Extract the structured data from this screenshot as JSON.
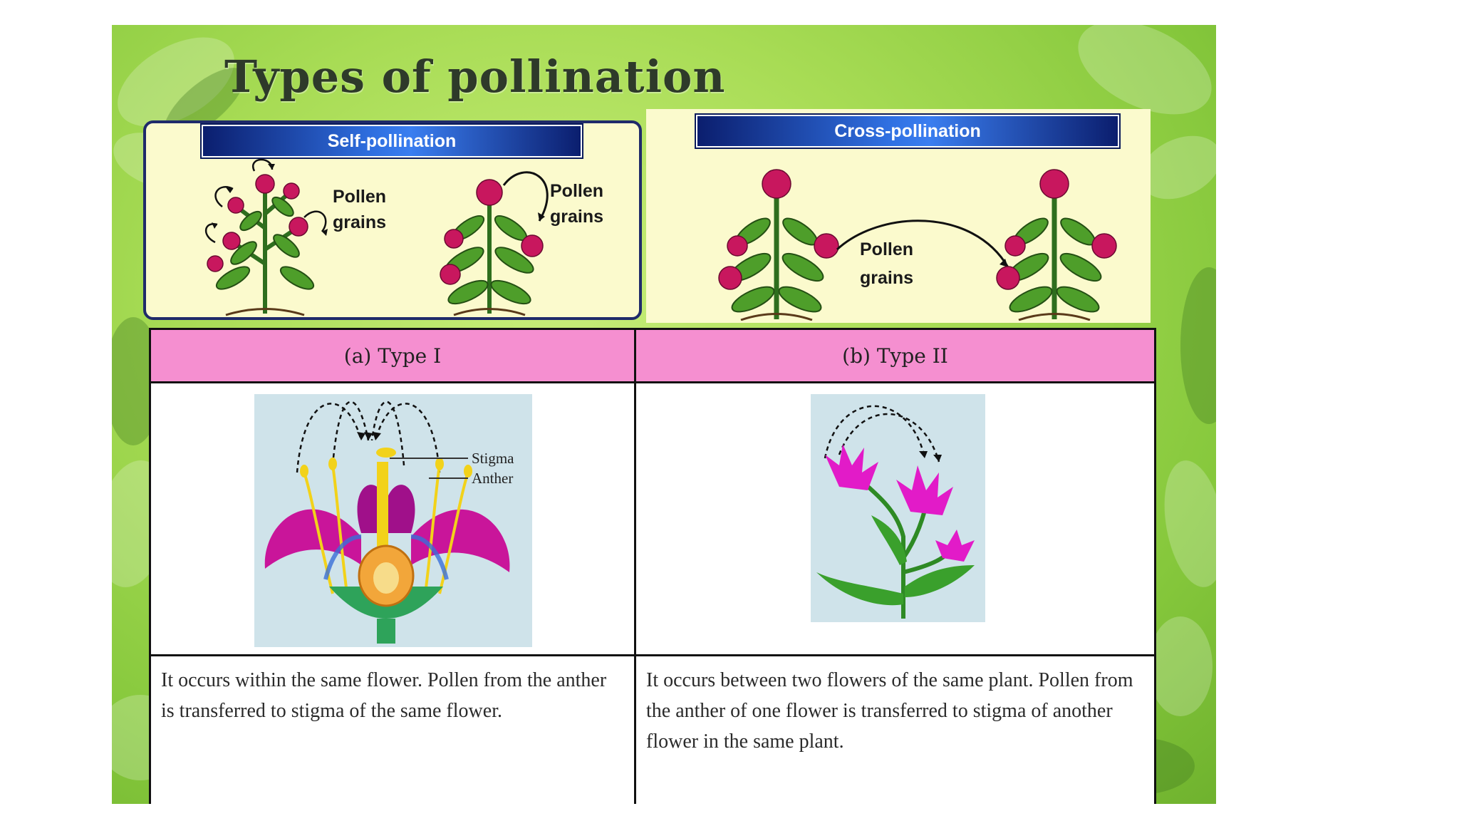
{
  "slide": {
    "title": "Types of pollination",
    "self_panel": {
      "banner": "Self-pollination",
      "label_line1": "Pollen",
      "label_line2": "grains"
    },
    "cross_panel": {
      "banner": "Cross-pollination",
      "label_line1": "Pollen",
      "label_line2": "grains"
    }
  },
  "table": {
    "headers": [
      "(a) Type I",
      "(b) Type II"
    ],
    "diagram_labels": {
      "stigma": "Stigma",
      "anther": "Anther"
    },
    "descriptions": [
      "It occurs within the same flower. Pollen from the anther is transferred to stigma of the same flower.",
      "It occurs between two flowers of the same plant. Pollen from the anther of one flower is transferred to stigma of another flower in the same plant."
    ]
  },
  "colors": {
    "background_green": "#a8dc55",
    "panel_cream": "#fbfacd",
    "banner_blue": "#1e4fc0",
    "header_pink": "#f58fd0",
    "flower_magenta": "#d81b8c",
    "leaf_green": "#3c8a2c"
  }
}
